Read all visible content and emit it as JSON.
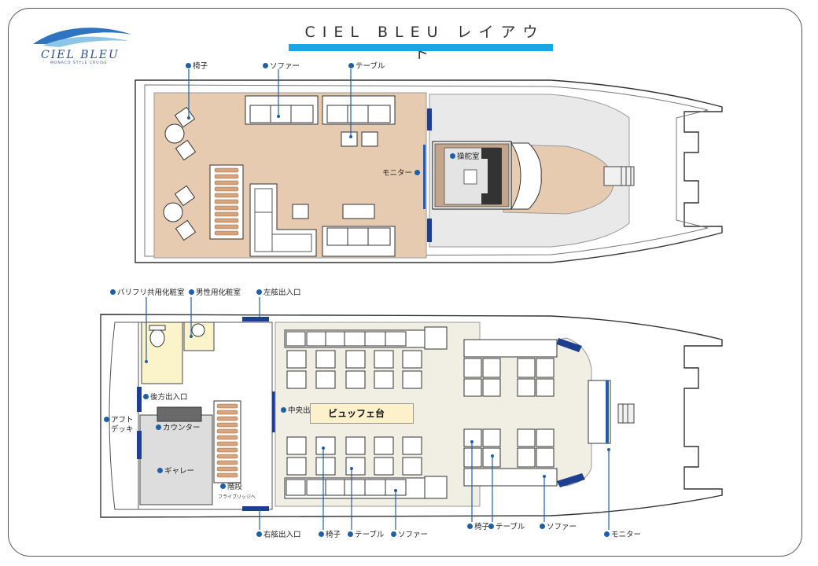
{
  "header": {
    "title": "CIEL BLEU レイアウト",
    "logo_name": "CIEL BLEU",
    "logo_tagline": "MONACO STYLE CRUISE"
  },
  "upper_deck": {
    "labels": {
      "chair": "椅子",
      "sofa": "ソファー",
      "table": "テーブル",
      "monitor": "モニター",
      "bridge": "操舵室"
    }
  },
  "lower_deck": {
    "labels": {
      "barrier_free_restroom": "バリフリ共用化粧室",
      "mens_restroom": "男性用化粧室",
      "port_entrance": "左舷出入口",
      "rear_entrance": "後方出入口",
      "aft_deck_line1": "アフト",
      "aft_deck_line2": "デッキ",
      "counter": "カウンター",
      "galley": "ギャレー",
      "stairs": "階段",
      "stairs_note": "フライブリッジへ",
      "center_entrance": "中央出入口",
      "buffet": "ビュッフェ台",
      "starboard_entrance": "右舷出入口",
      "chair_1": "椅子",
      "table_1": "テーブル",
      "sofa_1": "ソファー",
      "chair_2": "椅子",
      "table_2": "テーブル",
      "sofa_2": "ソファー",
      "monitor": "モニター"
    }
  },
  "colors": {
    "accent": "#18a7e4",
    "marker": "#1f5fa8",
    "upper_floor": "#e6cbb1",
    "lower_floor": "#f1eee4",
    "restroom": "#fbf3c9",
    "galley": "#dddddd",
    "door": "#1c3f8f"
  }
}
